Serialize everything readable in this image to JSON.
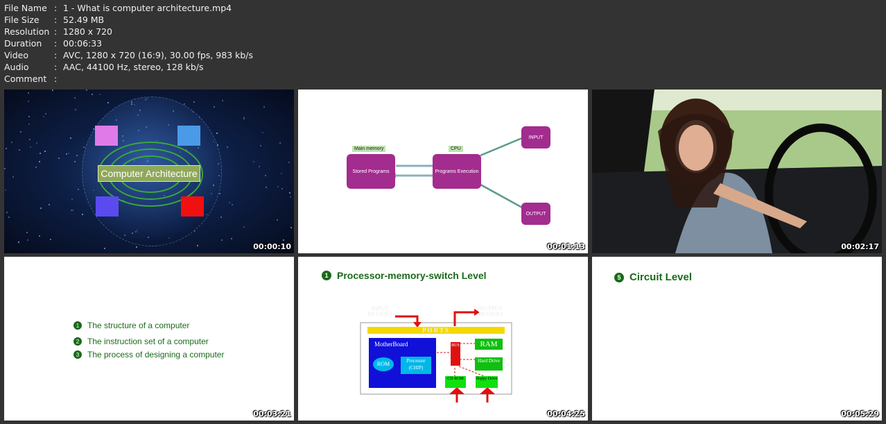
{
  "info": [
    {
      "key": "File Name",
      "value": "1 - What is computer architecture.mp4"
    },
    {
      "key": "File Size",
      "value": "52.49 MB"
    },
    {
      "key": "Resolution",
      "value": "1280 x 720"
    },
    {
      "key": "Duration",
      "value": "00:06:33"
    },
    {
      "key": "Video",
      "value": "AVC, 1280 x 720 (16:9), 30.00 fps, 983 kb/s"
    },
    {
      "key": "Audio",
      "value": "AAC, 44100 Hz, stereo, 128 kb/s"
    },
    {
      "key": "Comment",
      "value": ""
    }
  ],
  "thumbs": [
    {
      "time": "00:00:10",
      "banner": "Computer Architecture"
    },
    {
      "time": "00:01:13",
      "main_memory": "Main memory",
      "stored": "Stored Programs",
      "cpu": "CPU",
      "exec": "Programs Execution",
      "input": "INPUT",
      "output": "OUTPUT"
    },
    {
      "time": "00:02:17"
    },
    {
      "time": "00:03:21",
      "bullets": [
        "The structure of a computer",
        "The instruction set of a computer",
        "The process of designing a computer"
      ],
      "nums": [
        "1",
        "2",
        "3"
      ]
    },
    {
      "time": "00:04:25",
      "num": "1",
      "heading": "Processor-memory-switch Level",
      "input_devices": "INPUT DEVICES",
      "output_devices": "OUTPUT DEVICES",
      "ports": "PORTS",
      "motherboard": "MotherBoard",
      "rom": "ROM",
      "processor": "Processor (CHIP)",
      "bus": "BUS",
      "ram": "RAM",
      "hard_drive": "Hard Drive",
      "cd_rom": "CD ROM",
      "floppy": "floppy Drive"
    },
    {
      "time": "00:05:29",
      "num": "5",
      "heading": "Circuit Level"
    }
  ]
}
